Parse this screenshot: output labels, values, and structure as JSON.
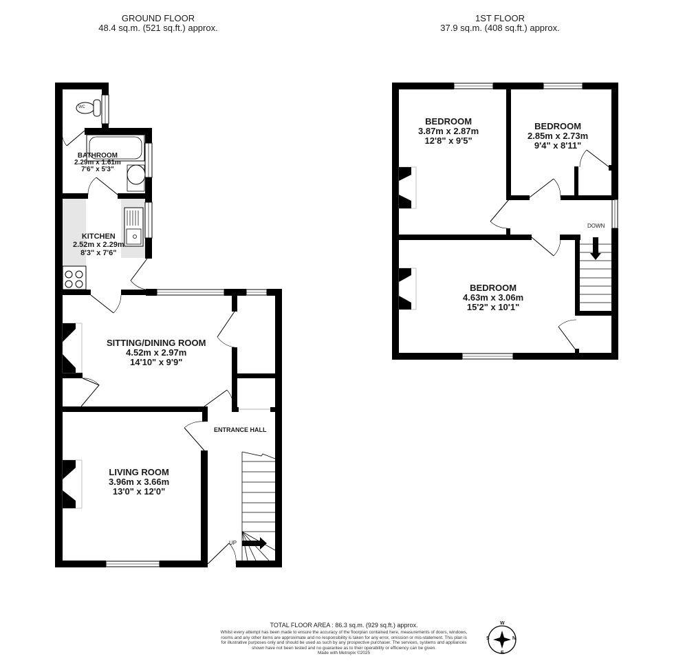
{
  "ground_floor": {
    "title": "GROUND FLOOR",
    "area": "48.4 sq.m. (521 sq.ft.) approx.",
    "rooms": [
      {
        "name": "WC",
        "dims_metric": "",
        "dims_imperial": ""
      },
      {
        "name": "BATHROOM",
        "dims_metric": "2.29m  x 1.61m",
        "dims_imperial": "7'6\"  x 5'3\""
      },
      {
        "name": "KITCHEN",
        "dims_metric": "2.52m  x 2.29m",
        "dims_imperial": "8'3\"  x 7'6\""
      },
      {
        "name": "SITTING/DINING ROOM",
        "dims_metric": "4.52m  x 2.97m",
        "dims_imperial": "14'10\"  x 9'9\""
      },
      {
        "name": "LIVING ROOM",
        "dims_metric": "3.96m  x 3.66m",
        "dims_imperial": "13'0\"  x 12'0\""
      },
      {
        "name": "ENTRANCE HALL",
        "dims_metric": "",
        "dims_imperial": ""
      }
    ],
    "stairs_label": "UP"
  },
  "first_floor": {
    "title": "1ST FLOOR",
    "area": "37.9 sq.m. (408 sq.ft.) approx.",
    "rooms": [
      {
        "name": "BEDROOM",
        "dims_metric": "3.87m  x 2.87m",
        "dims_imperial": "12'8\"  x 9'5\""
      },
      {
        "name": "BEDROOM",
        "dims_metric": "2.85m  x 2.73m",
        "dims_imperial": "9'4\"  x 8'11\""
      },
      {
        "name": "BEDROOM",
        "dims_metric": "4.63m  x 3.06m",
        "dims_imperial": "15'2\"  x 10'1\""
      }
    ],
    "stairs_label": "DOWN"
  },
  "footer": {
    "total": "TOTAL FLOOR AREA : 86.3 sq.m. (929 sq.ft.) approx.",
    "disclaimer": "Whilst every attempt has been made to ensure the accuracy of the floorplan contained here, measurements of doors, windows, rooms and any other items are approximate and no responsibility is taken for any error, omission or mis-statement. This plan is for illustrative purposes only and should be used as such by any prospective purchaser. The services, systems and appliances shown have not been tested and no guarantee as to their operability or efficiency can be given.",
    "made_with": "Made with Metropix ©2025"
  },
  "compass": {
    "n": "N",
    "e": "E",
    "s": "S",
    "w": "W",
    "icon": "compass-rose-icon"
  },
  "colors": {
    "wall": "#000000",
    "worktop": "#e6e6e6",
    "window": "#ffffff",
    "text": "#1a1a1a"
  }
}
